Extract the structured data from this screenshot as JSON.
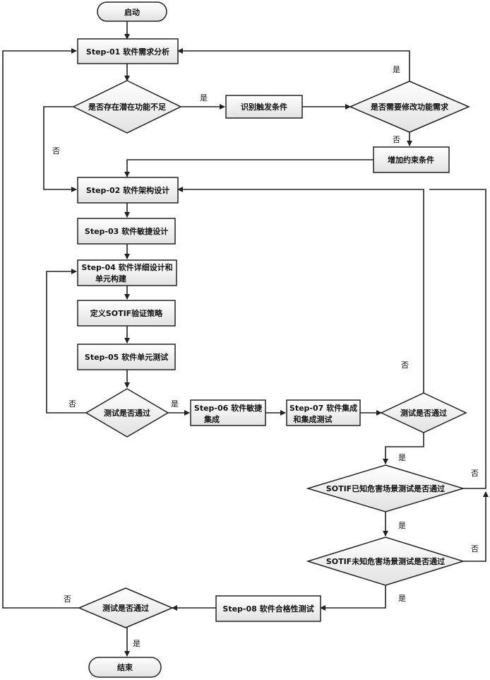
{
  "nodes": {
    "start": "启动",
    "step01": "Step-01 软件需求分析",
    "d_potential": "是否存在潜在功能不足",
    "identify_trigger": "识别触发条件",
    "d_modify": "是否需要修改功能需求",
    "add_constraint": "增加约束条件",
    "step02": "Step-02 软件架构设计",
    "step03": "Step-03 软件敏捷设计",
    "step04_line1": "Step-04 软件详细设计和",
    "step04_line2": "单元构建",
    "sotif_strategy": "定义SOTIF验证策略",
    "step05": "Step-05 软件单元测试",
    "d_test1": "测试是否通过",
    "step06_line1": "Step-06 软件敏捷",
    "step06_line2": "集成",
    "step07_line1": "Step-07 软件集成",
    "step07_line2": "和集成测试",
    "d_test2": "测试是否通过",
    "d_known": "SOTIF已知危害场景测试是否通过",
    "d_unknown": "SOTIF未知危害场景测试是否通过",
    "step08": "Step-08 软件合格性测试",
    "d_test3": "测试是否通过",
    "end": "结束"
  },
  "labels": {
    "yes_potential": "是",
    "no_potential": "否",
    "yes_modify": "是",
    "no_modify": "否",
    "no_test1": "否",
    "yes_test1": "是",
    "no_test2": "否",
    "yes_test2": "是",
    "no_known": "否",
    "yes_known": "是",
    "no_unknown": "否",
    "yes_unknown": "是",
    "no_test3": "否",
    "yes_test3": "是"
  }
}
